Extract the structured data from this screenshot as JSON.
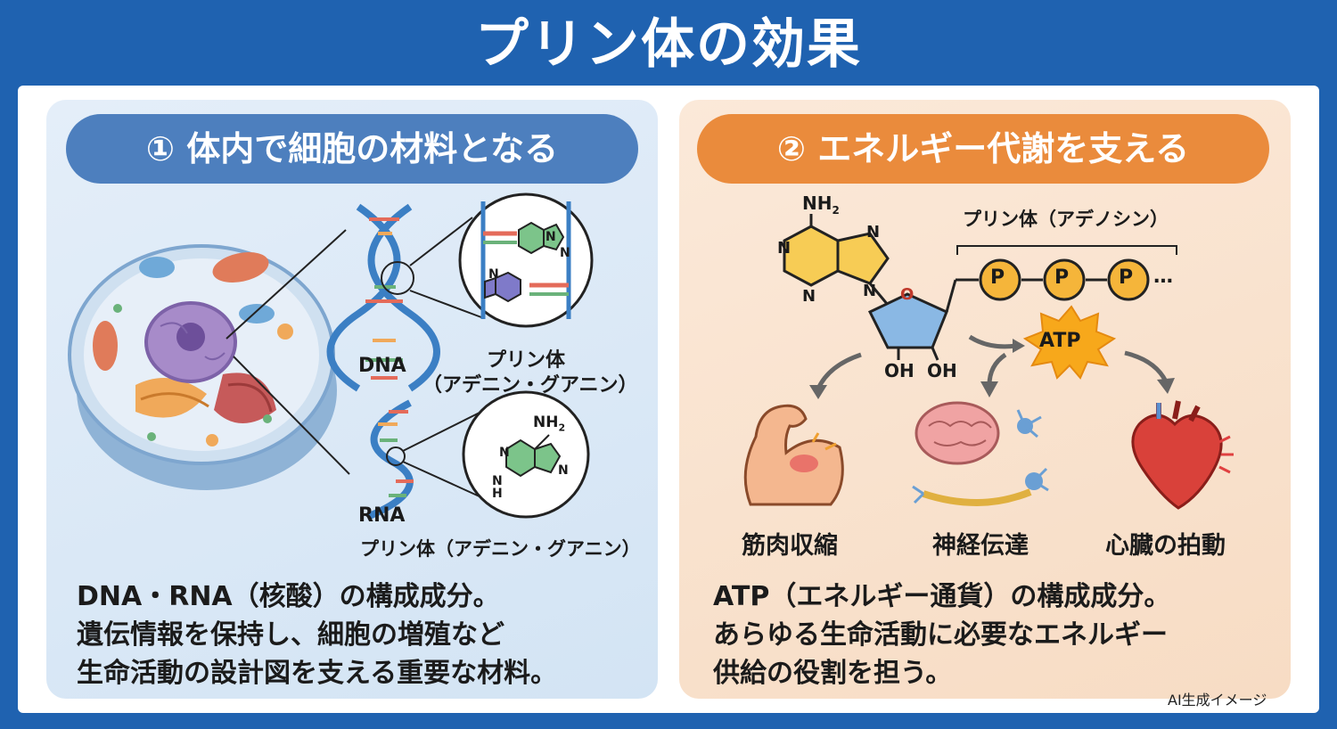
{
  "title": "プリン体の効果",
  "left": {
    "header": "① 体内で細胞の材料となる",
    "dna_label": "DNA",
    "dna_purine_line1": "プリン体",
    "dna_purine_line2": "（アデニン・グアニン）",
    "rna_label": "RNA",
    "rna_purine": "プリン体（アデニン・グアニン）",
    "nh2": "NH",
    "nh2_sub": "2",
    "atom_n": "N",
    "atom_h": "H",
    "desc": [
      "DNA・RNA（核酸）の構成成分。",
      "遺伝情報を保持し、細胞の増殖など",
      "生命活動の設計図を支える重要な材料。"
    ]
  },
  "right": {
    "header": "② エネルギー代謝を支える",
    "nh2": "NH",
    "nh2_sub": "2",
    "atom_n": "N",
    "atom_o": "O",
    "oh1": "OH",
    "oh2": "OH",
    "purine_label": "プリン体（アデノシン）",
    "phosphates": [
      "P",
      "P",
      "P"
    ],
    "ellipsis": "…",
    "atp": "ATP",
    "effects": [
      "筋肉収縮",
      "神経伝達",
      "心臓の拍動"
    ],
    "desc": [
      "ATP（エネルギー通貨）の構成成分。",
      "あらゆる生命活動に必要なエネルギー",
      "供給の役割を担う。"
    ]
  },
  "credit": "AI生成イメージ",
  "colors": {
    "frame": "#1f62b0",
    "left_accent": "#4d7fbe",
    "right_accent": "#ea8b3c",
    "phosphate": "#f5b53a",
    "atp_star": "#f7a81b"
  }
}
